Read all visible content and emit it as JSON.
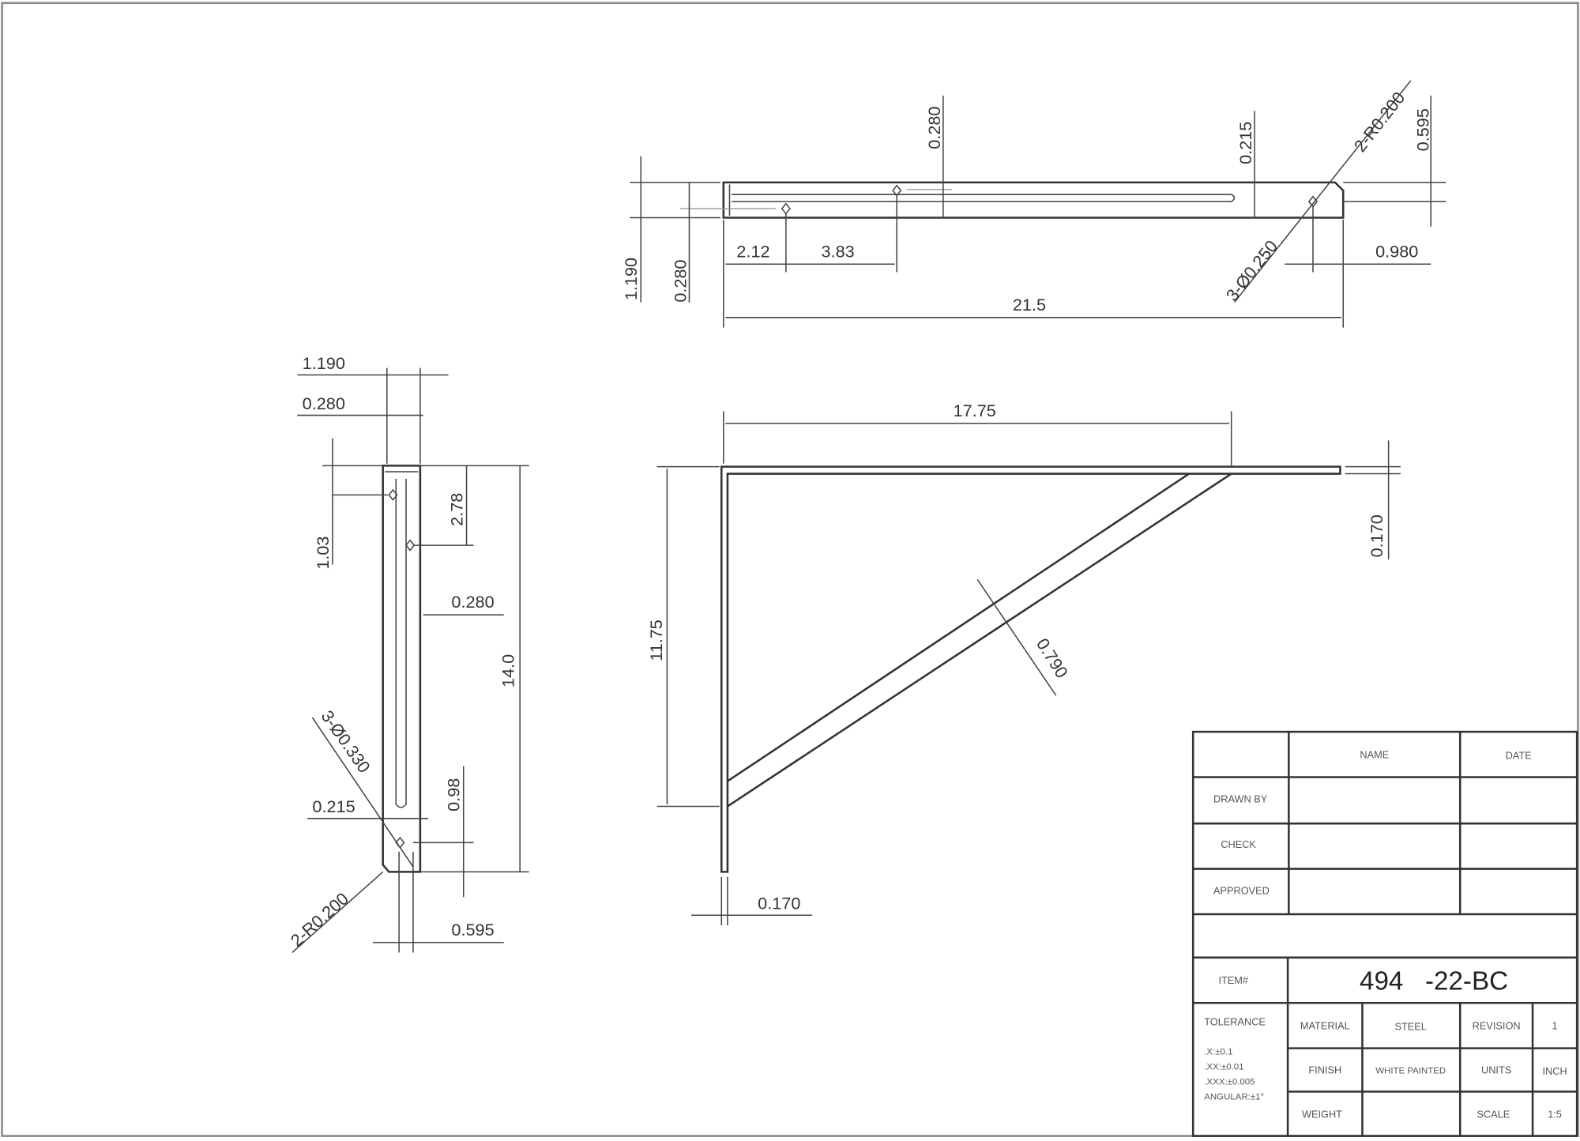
{
  "top_view": {
    "dims": [
      "0.280",
      "0.215",
      "2-R0.200",
      "0.595",
      "1.190",
      "0.280",
      "2.12",
      "3.83",
      "3-Ø0.250",
      "0.980",
      "21.5"
    ]
  },
  "side_view": {
    "dims": [
      "1.190",
      "0.280",
      "1.03",
      "2.78",
      "0.280",
      "14.0",
      "3-Ø0.330",
      "0.215",
      "0.98",
      "2-R0.200",
      "0.595"
    ]
  },
  "front_view": {
    "dims": [
      "17.75",
      "11.75",
      "0.790",
      "0.170",
      "0.170"
    ]
  },
  "title_block": {
    "name": "NAME",
    "date": "DATE",
    "drawn_by": "DRAWN BY",
    "check": "CHECK",
    "approved": "APPROVED",
    "item_label": "ITEM#",
    "item_value": "494   -22-BC",
    "tolerance": "TOLERANCE",
    "tol_lines": [
      ".X:±0.1",
      ".XX:±0.01",
      ".XXX:±0.005",
      "ANGULAR:±1°"
    ],
    "material_label": "MATERIAL",
    "material": "STEEL",
    "revision_label": "REVISION",
    "revision": "1",
    "finish_label": "FINISH",
    "finish": "WHITE PAINTED",
    "units_label": "UNITS",
    "units": "INCH",
    "weight_label": "WEIGHT",
    "weight": "",
    "scale_label": "SCALE",
    "scale": "1:5"
  }
}
